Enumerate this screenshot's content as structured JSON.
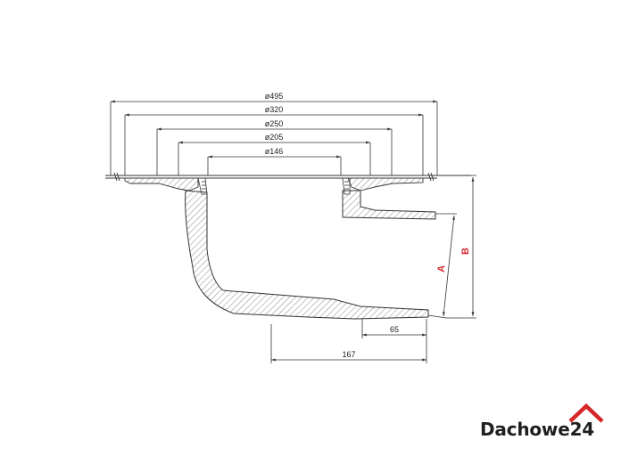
{
  "diagram": {
    "dimensions": {
      "d495": "ø495",
      "d320": "ø320",
      "d250": "ø250",
      "d205": "ø205",
      "d146": "ø146",
      "w65": "65",
      "w167": "167",
      "a": "A",
      "b": "B"
    },
    "colors": {
      "line": "#333333",
      "accent": "#d6262a"
    }
  },
  "brand": {
    "name": "Dachowe24",
    "roof_icon": "roof-icon",
    "accent": "#d6262a"
  }
}
